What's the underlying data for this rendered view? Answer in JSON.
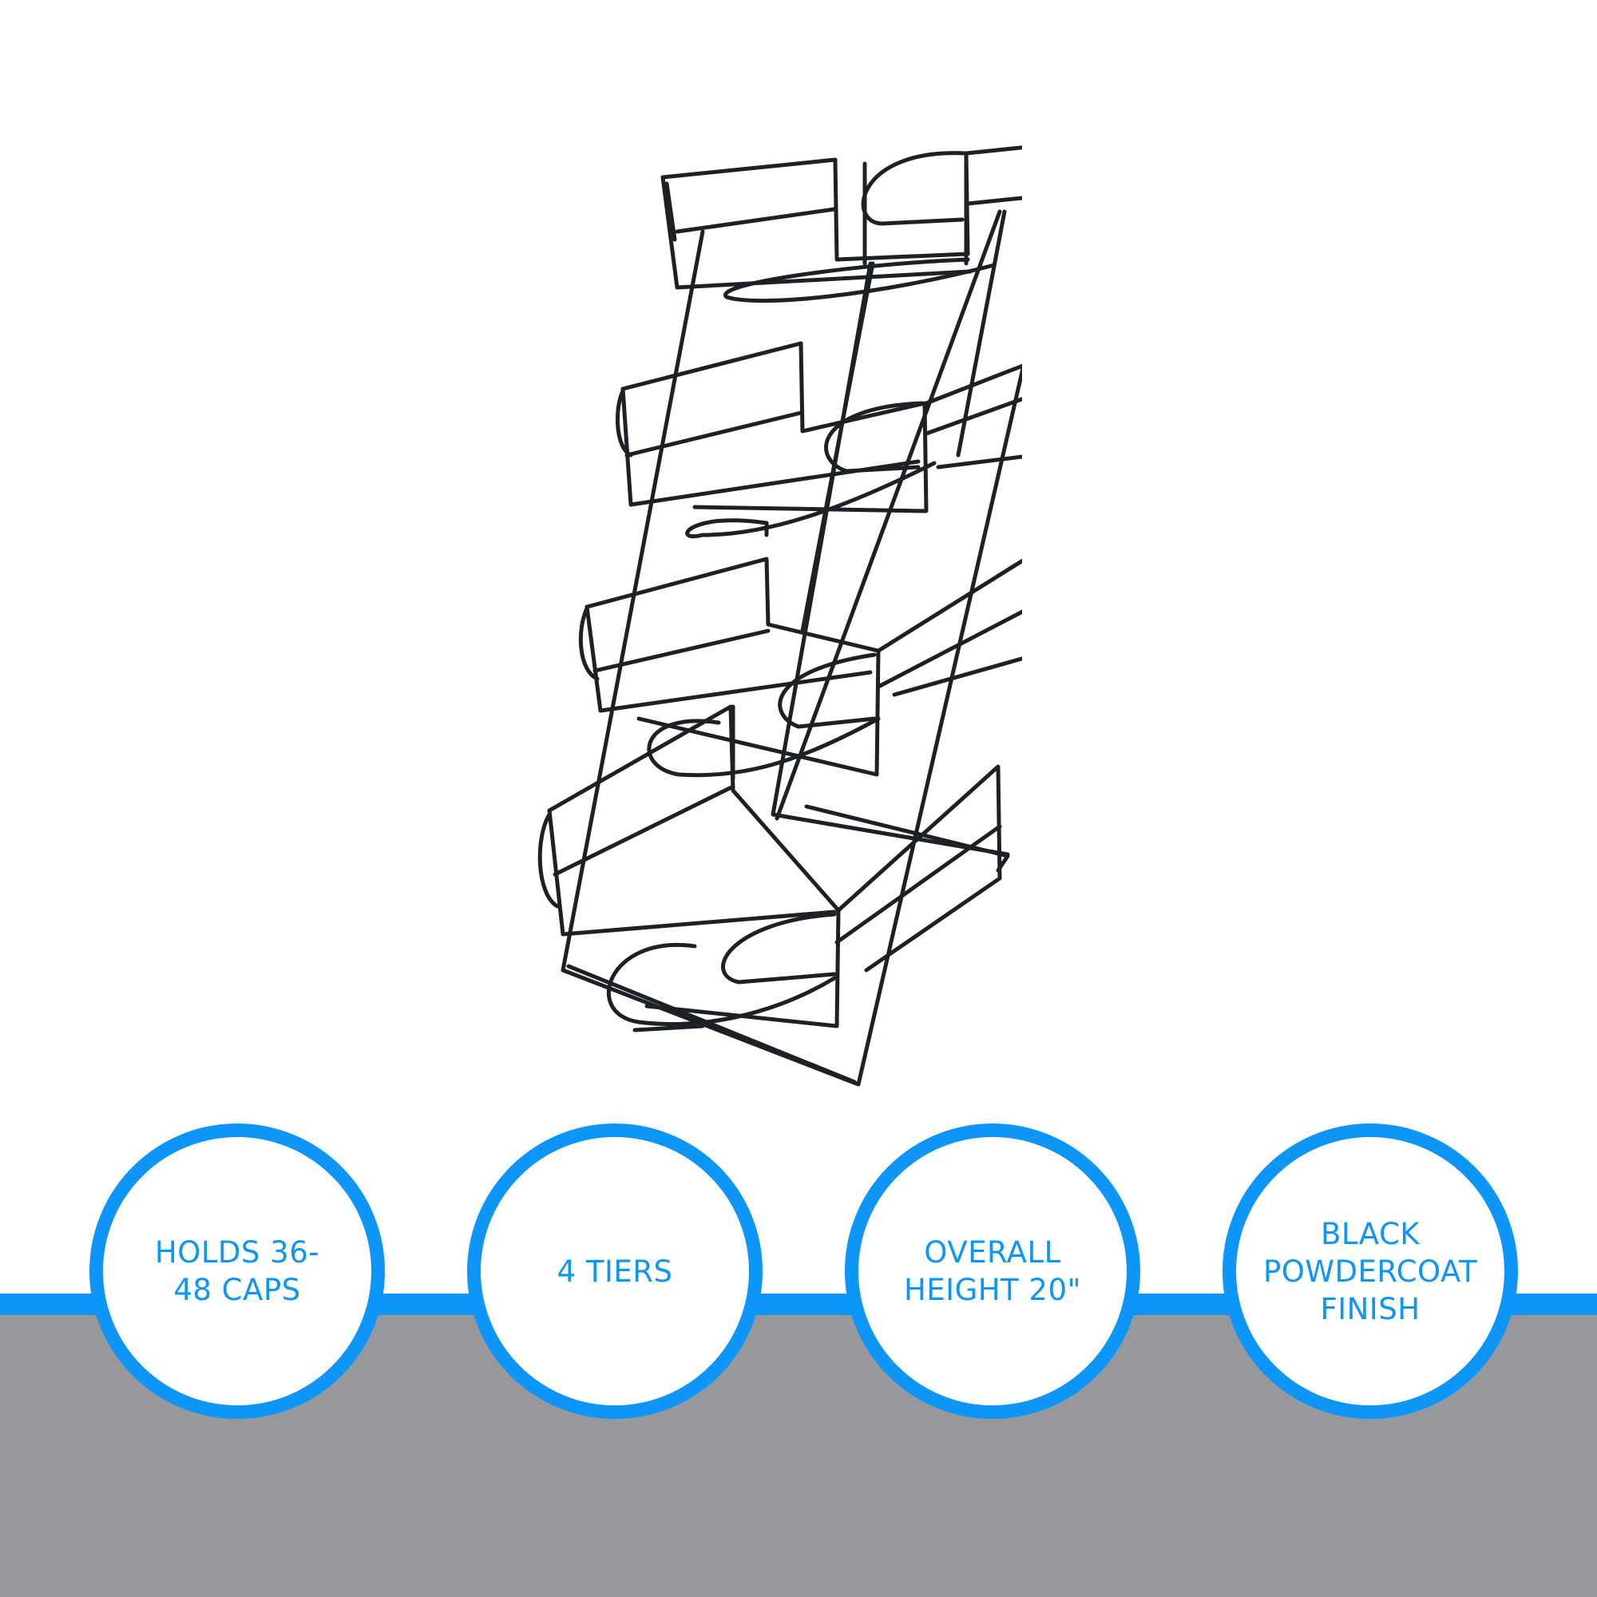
{
  "colors": {
    "accent": "#0d95f7",
    "band": "#97989c",
    "wire": "#1d2126",
    "background": "#ffffff"
  },
  "product": {
    "image_subject": "black wire 4-tier cap display rack"
  },
  "features": [
    {
      "label": "HOLDS 36-\n48 CAPS"
    },
    {
      "label": "4 TIERS"
    },
    {
      "label": "OVERALL\nHEIGHT 20\""
    },
    {
      "label": "BLACK\nPOWDERCOAT\nFINISH"
    }
  ]
}
